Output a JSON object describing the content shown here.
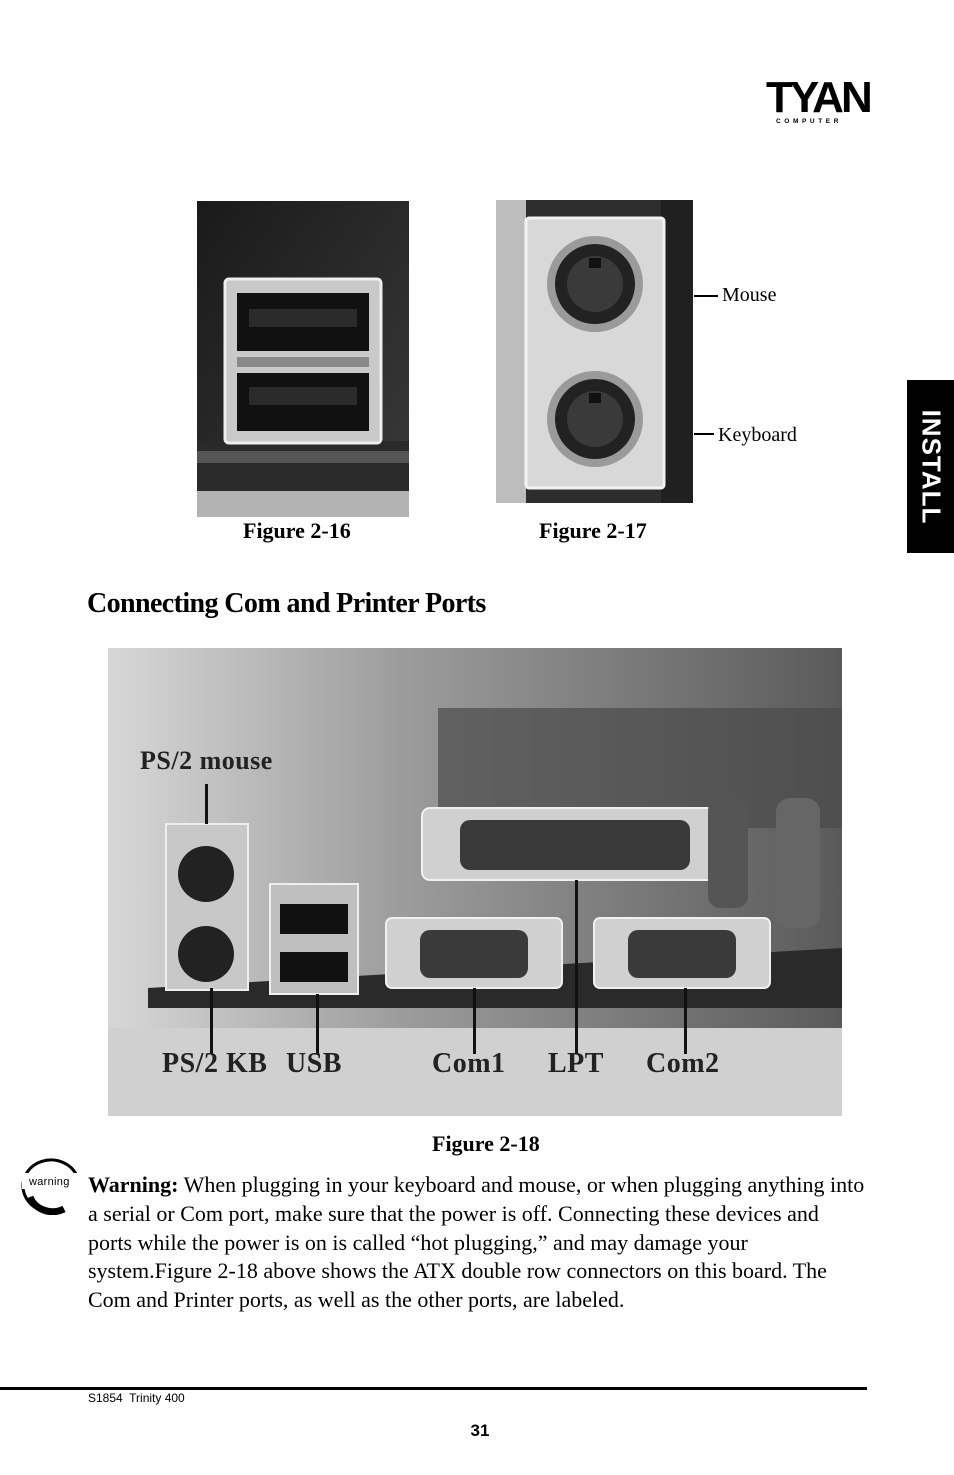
{
  "logo": {
    "text": "TYAN",
    "subtext": "COMPUTER"
  },
  "side_tab": "INSTALL",
  "figures": {
    "fig16": {
      "caption": "Figure 2-16"
    },
    "fig17": {
      "caption": "Figure 2-17",
      "labels": {
        "mouse": "Mouse",
        "keyboard": "Keyboard"
      }
    },
    "fig18": {
      "caption": "Figure 2-18",
      "labels": {
        "ps2_mouse": "PS/2 mouse",
        "ps2_kb": "PS/2 KB",
        "usb": "USB",
        "com1": "Com1",
        "lpt": "LPT",
        "com2": "Com2"
      }
    }
  },
  "section": {
    "heading": "Connecting Com and Printer Ports"
  },
  "warning": {
    "icon_label": "warning",
    "title": "Warning:",
    "body": " When plugging in your keyboard and mouse, or when plugging anything into a serial or Com port, make sure that the power is off. Connecting these devices and ports while the power is on is called “hot plugging,” and may damage your system.Figure 2-18 above shows the ATX double row connectors on this board. The Com and Printer ports, as well as the other ports, are labeled."
  },
  "footer": {
    "model": "S1854  Trinity 400",
    "page": "31"
  }
}
